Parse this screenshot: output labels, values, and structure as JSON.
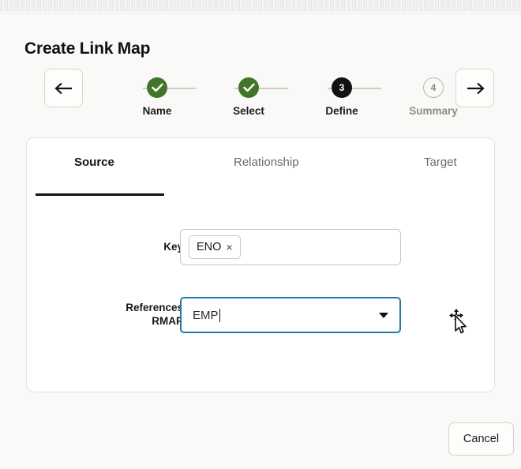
{
  "window": {
    "chrome_strip": "browser-chrome-texture"
  },
  "page": {
    "title": "Create Link Map",
    "background_color": "#faf9f7"
  },
  "stepper": {
    "back_label": "←",
    "next_label": "→",
    "active_step": 3,
    "colors": {
      "done": "#41762a",
      "current": "#111111",
      "pending": "#b9b6b2",
      "track": "#cfcdca"
    },
    "steps": [
      {
        "number": "1",
        "label": "Name",
        "state": "done",
        "glyph": "check"
      },
      {
        "number": "2",
        "label": "Select",
        "state": "done",
        "glyph": "check"
      },
      {
        "number": "3",
        "label": "Define",
        "state": "current",
        "glyph": "3"
      },
      {
        "number": "4",
        "label": "Summary",
        "state": "pending",
        "glyph": "4"
      }
    ]
  },
  "card": {
    "tabs": [
      {
        "label": "Source",
        "active": true
      },
      {
        "label": "Relationship",
        "active": false
      },
      {
        "label": "Target",
        "active": false
      }
    ],
    "fields": {
      "key": {
        "label": "Key",
        "chips": [
          {
            "text": "ENO",
            "remove_glyph": "×"
          }
        ],
        "placeholder": ""
      },
      "references_rmap": {
        "label_line1": "References",
        "label_line2": "RMAP",
        "value": "EMP",
        "placeholder": "",
        "focused": true,
        "focus_color": "#2079a8",
        "dropdown_icon": "chevron-down-icon"
      }
    }
  },
  "footer": {
    "cancel_label": "Cancel"
  },
  "cursor": {
    "type": "move-cursor"
  }
}
